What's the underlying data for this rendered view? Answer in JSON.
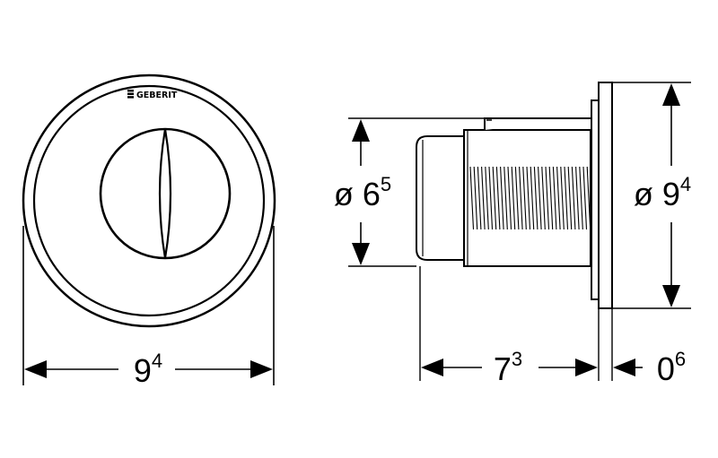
{
  "brand": {
    "logo_text": "GEBERIT"
  },
  "front_view": {
    "width_dim": {
      "prefix": "",
      "base": "9",
      "sup": "4"
    }
  },
  "side_view": {
    "inner_diameter_dim": {
      "prefix": "ø",
      "base": "6",
      "sup": "5"
    },
    "outer_diameter_dim": {
      "prefix": "ø",
      "base": "9",
      "sup": "4"
    },
    "depth_dim": {
      "prefix": "",
      "base": "7",
      "sup": "3"
    },
    "plate_thickness_dim": {
      "prefix": "",
      "base": "0",
      "sup": "6"
    }
  },
  "colors": {
    "line": "#000000",
    "background": "#ffffff"
  }
}
